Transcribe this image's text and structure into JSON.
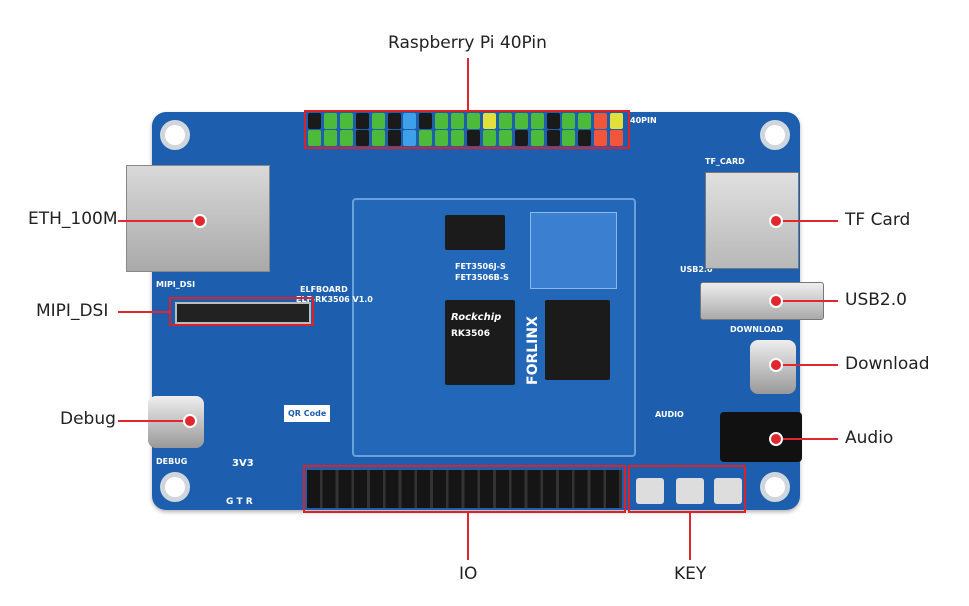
{
  "labels": {
    "rpi": "Raspberry Pi 40Pin",
    "eth": "ETH_100M",
    "mipi": "MIPI_DSI",
    "debug": "Debug",
    "tf": "TF Card",
    "usb": "USB2.0",
    "download": "Download",
    "audio": "Audio",
    "io": "IO",
    "key": "KEY"
  },
  "silkscreen": {
    "brand": "ELFBOARD",
    "model": "ELF-RK3506 V1.0",
    "som1": "FET3506J-S",
    "som2": "FET3506B-S",
    "cpu_brand": "Rockchip",
    "cpu": "RK3506",
    "vendor": "FORLINX",
    "tf_card": "TF_CARD",
    "usb20": "USB2.0",
    "download": "DOWNLOAD",
    "audio": "AUDIO",
    "debug": "DEBUG",
    "mipi_dsi": "MIPI_DSI",
    "pin40": "40PIN",
    "qr": "QR Code",
    "gtr": "G T R",
    "v33": "3V3"
  },
  "colors": {
    "board": "#1d5fae",
    "accent": "#e0282e"
  },
  "pins_top": [
    "black",
    "green",
    "green",
    "black",
    "green",
    "black",
    "blue",
    "black",
    "green",
    "green",
    "green",
    "yellow",
    "green",
    "green",
    "green",
    "black",
    "green",
    "green",
    "red",
    "yellow"
  ],
  "pins_bottom": [
    "green",
    "green",
    "green",
    "black",
    "green",
    "black",
    "blue",
    "green",
    "green",
    "green",
    "black",
    "green",
    "green",
    "black",
    "green",
    "black",
    "green",
    "black",
    "red",
    "red"
  ]
}
